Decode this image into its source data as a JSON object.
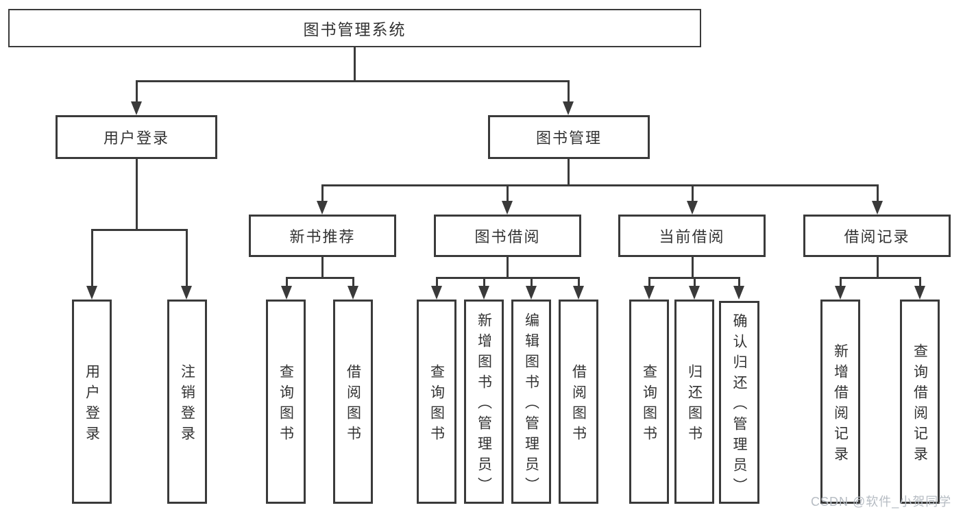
{
  "watermark": "CSDN @软件_小贺同学",
  "colors": {
    "line": "#3a3a3a",
    "text": "#333333",
    "background": "#ffffff",
    "watermark": "#b6bcc3"
  },
  "tree": {
    "root": {
      "label": "图书管理系统",
      "children": [
        {
          "label": "用户登录",
          "children": [
            {
              "label": "用户登录"
            },
            {
              "label": "注销登录"
            }
          ]
        },
        {
          "label": "图书管理",
          "children": [
            {
              "label": "新书推荐",
              "children": [
                {
                  "label": "查询图书"
                },
                {
                  "label": "借阅图书"
                }
              ]
            },
            {
              "label": "图书借阅",
              "children": [
                {
                  "label": "查询图书"
                },
                {
                  "label": "新增图书（管理员）"
                },
                {
                  "label": "编辑图书（管理员）"
                },
                {
                  "label": "借阅图书"
                }
              ]
            },
            {
              "label": "当前借阅",
              "children": [
                {
                  "label": "查询图书"
                },
                {
                  "label": "归还图书"
                },
                {
                  "label": "确认归还（管理员）"
                }
              ]
            },
            {
              "label": "借阅记录",
              "children": [
                {
                  "label": "新增借阅记录"
                },
                {
                  "label": "查询借阅记录"
                }
              ]
            }
          ]
        }
      ]
    }
  }
}
